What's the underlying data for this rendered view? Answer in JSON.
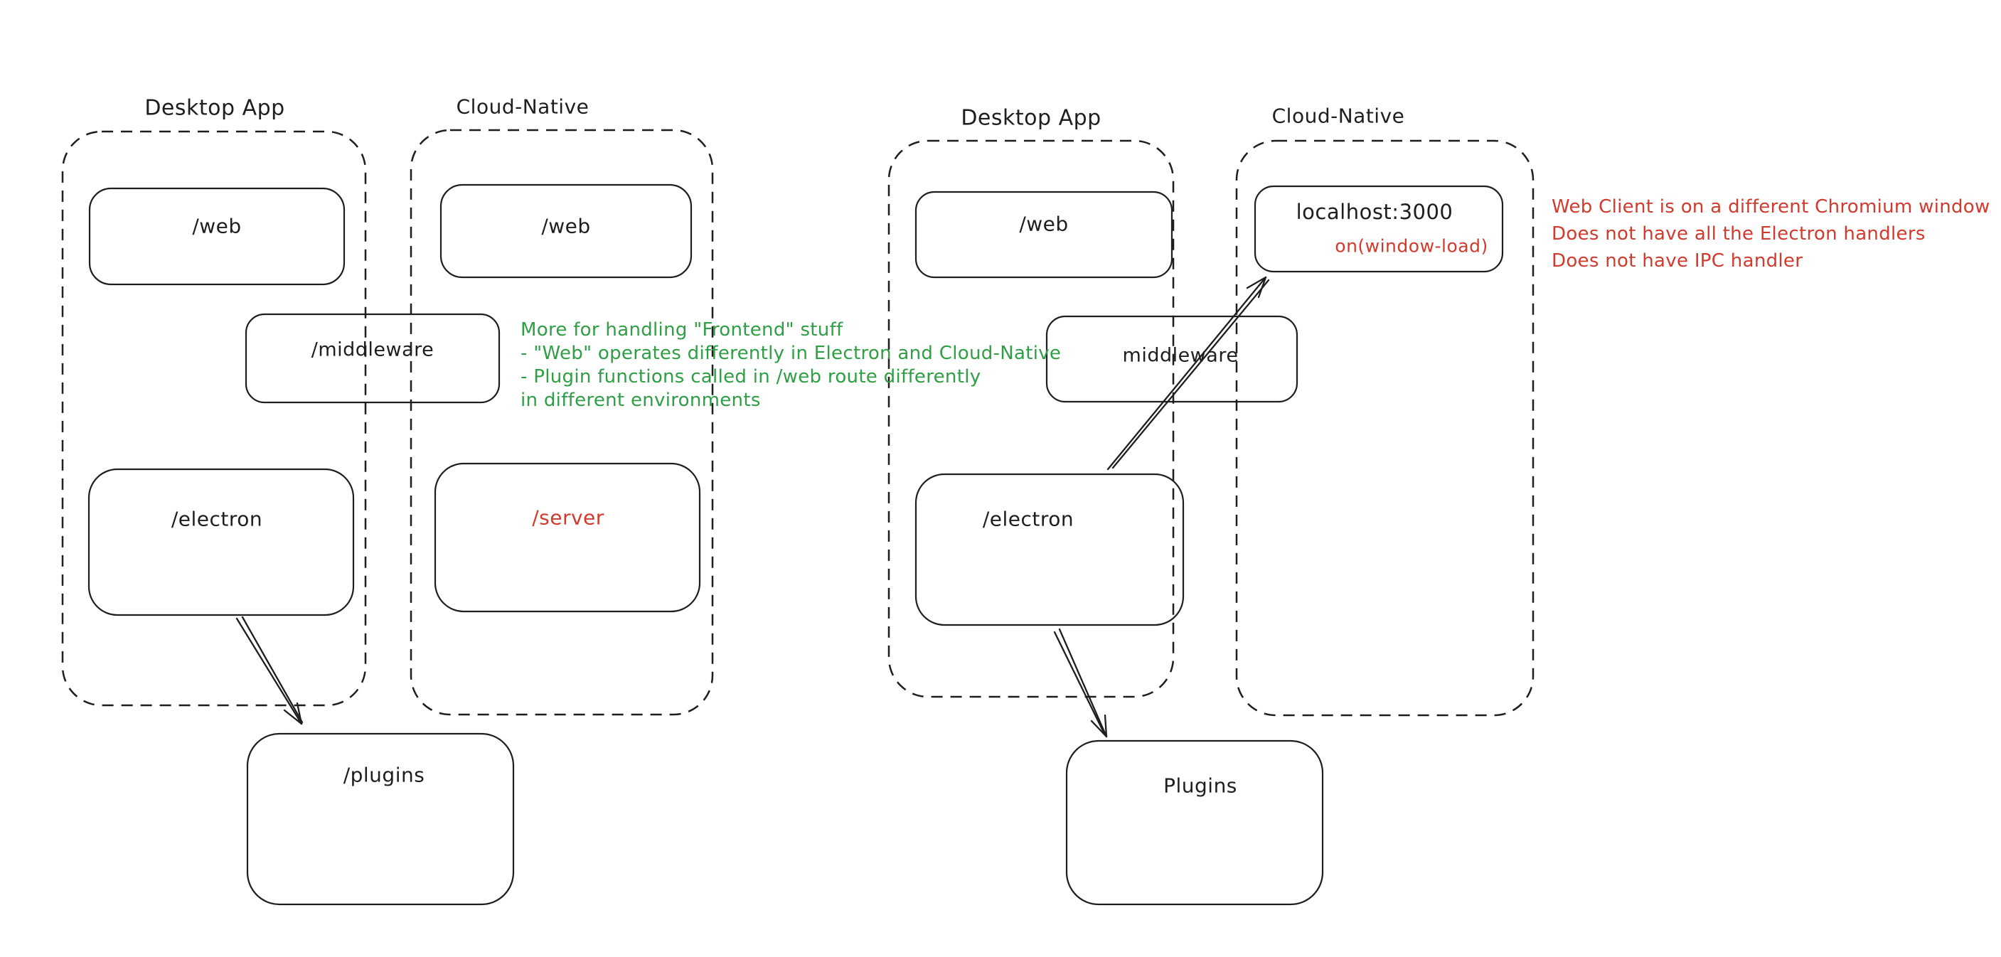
{
  "colors": {
    "stroke": "#1e1e1e",
    "annotation_green": "#2f9e44",
    "annotation_red": "#d33a2e",
    "background": "#ffffff"
  },
  "left_diagram": {
    "desktop_label": "Desktop App",
    "cloud_label": "Cloud-Native",
    "nodes": {
      "web_desktop": "/web",
      "web_cloud": "/web",
      "middleware": "/middleware",
      "electron": "/electron",
      "server": "/server",
      "plugins": "/plugins"
    },
    "green_note": {
      "lines": [
        "More for handling \"Frontend\" stuff",
        "- \"Web\" operates differently in Electron and Cloud-Native",
        "- Plugin functions called in /web route differently",
        "in different environments"
      ]
    }
  },
  "right_diagram": {
    "desktop_label": "Desktop App",
    "cloud_label": "Cloud-Native",
    "nodes": {
      "web": "/web",
      "localhost": "localhost:3000",
      "localhost_event": "on(window-load)",
      "middleware": "middleware",
      "electron": "/electron",
      "plugins": "Plugins"
    },
    "red_note": {
      "lines": [
        "Web Client is on a different Chromium window",
        "Does not have all the Electron handlers",
        "Does not have IPC handler"
      ]
    }
  }
}
